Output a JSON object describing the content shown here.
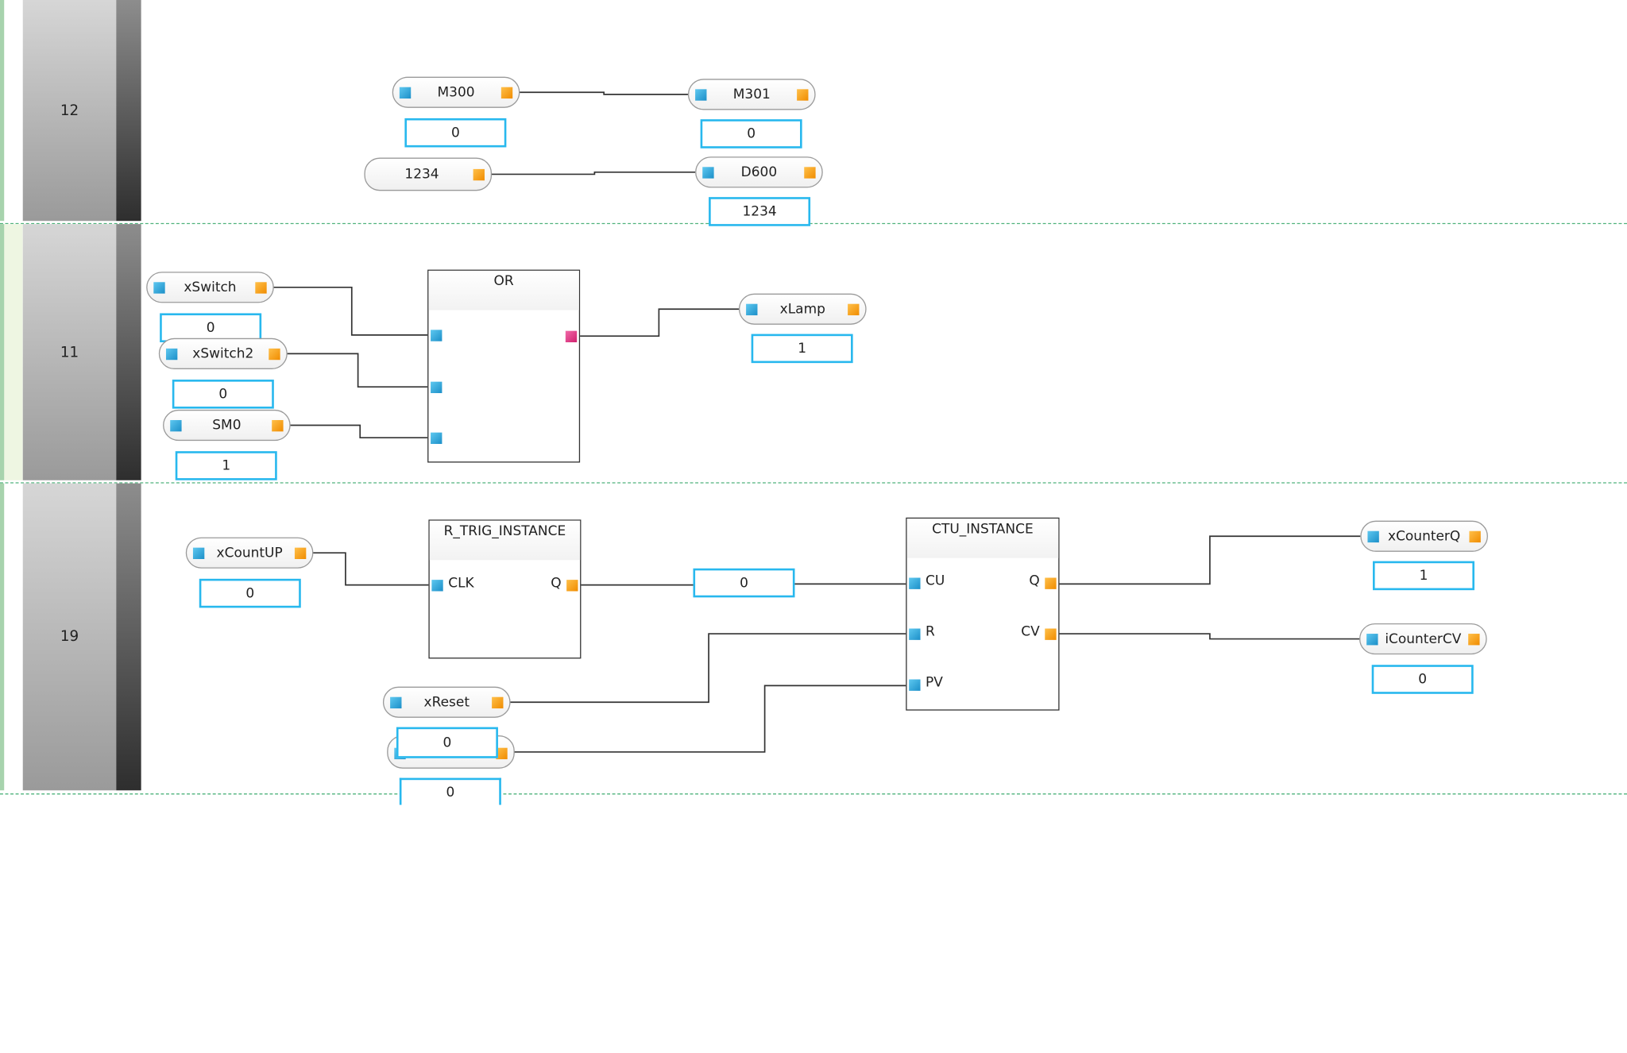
{
  "networks": [
    {
      "number": "12"
    },
    {
      "number": "11"
    },
    {
      "number": "19"
    }
  ],
  "net12": {
    "m300": {
      "name": "M300",
      "value": "0"
    },
    "m301": {
      "name": "M301",
      "value": "0"
    },
    "const_1234": {
      "name": "1234"
    },
    "d600": {
      "name": "D600",
      "value": "1234"
    }
  },
  "net11": {
    "xswitch": {
      "name": "xSwitch",
      "value": "0"
    },
    "xswitch2": {
      "name": "xSwitch2",
      "value": "0"
    },
    "sm0": {
      "name": "SM0",
      "value": "1"
    },
    "or_block": {
      "title": "OR"
    },
    "xlamp": {
      "name": "xLamp",
      "value": "1"
    }
  },
  "net19": {
    "xcountup": {
      "name": "xCountUP",
      "value": "0"
    },
    "rtrig": {
      "title": "R_TRIG_INSTANCE",
      "in_clk": "CLK",
      "out_q": "Q"
    },
    "link_value": "0",
    "ctu": {
      "title": "CTU_INSTANCE",
      "in_cu": "CU",
      "in_r": "R",
      "in_pv": "PV",
      "out_q": "Q",
      "out_cv": "CV"
    },
    "xreset": {
      "name": "xReset",
      "value": "0"
    },
    "pv_input": {
      "value": "0"
    },
    "xcounterq": {
      "name": "xCounterQ",
      "value": "1"
    },
    "icountercv": {
      "name": "iCounterCV",
      "value": "0"
    }
  },
  "colors": {
    "input_pin": "#1c8fc8",
    "output_pin": "#f08c00",
    "or_output_pin": "#d0206e",
    "value_border": "#28b8ee",
    "separator": "#4fb27c"
  }
}
